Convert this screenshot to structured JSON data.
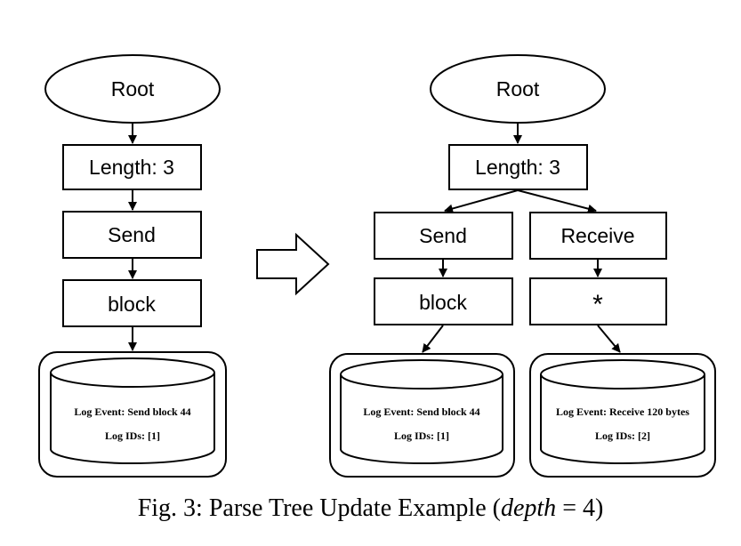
{
  "left_tree": {
    "root": "Root",
    "length": "Length: 3",
    "token1": "Send",
    "token2": "block",
    "log_event": "Log Event:  Send block 44",
    "log_ids": "Log IDs:  [1]"
  },
  "right_tree": {
    "root": "Root",
    "length": "Length: 3",
    "branch_a": {
      "token1": "Send",
      "token2": "block",
      "log_event": "Log Event:  Send block 44",
      "log_ids": "Log IDs:  [1]"
    },
    "branch_b": {
      "token1": "Receive",
      "token2": "*",
      "log_event": "Log Event:  Receive 120 bytes",
      "log_ids": "Log IDs:  [2]"
    }
  },
  "caption": {
    "prefix": "Fig. 3: Parse Tree Update Example (",
    "variable": "depth",
    "equals": " = 4)"
  }
}
